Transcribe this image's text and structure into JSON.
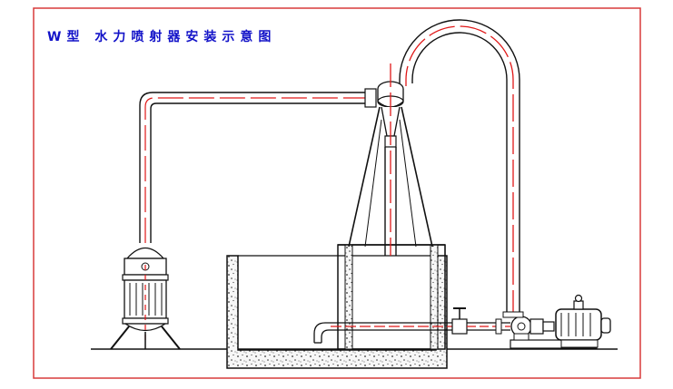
{
  "diagram": {
    "title": "W型 水力喷射器安装示意图",
    "colors": {
      "frame": "#d83a3a",
      "title": "#1212c8",
      "line": "#111111",
      "flow": "#e01818",
      "concrete": "#f6f6f6"
    },
    "icons": [
      "separator-vessel",
      "water-jet-ejector",
      "water-tank",
      "centrifugal-pump",
      "electric-motor",
      "valve"
    ]
  }
}
